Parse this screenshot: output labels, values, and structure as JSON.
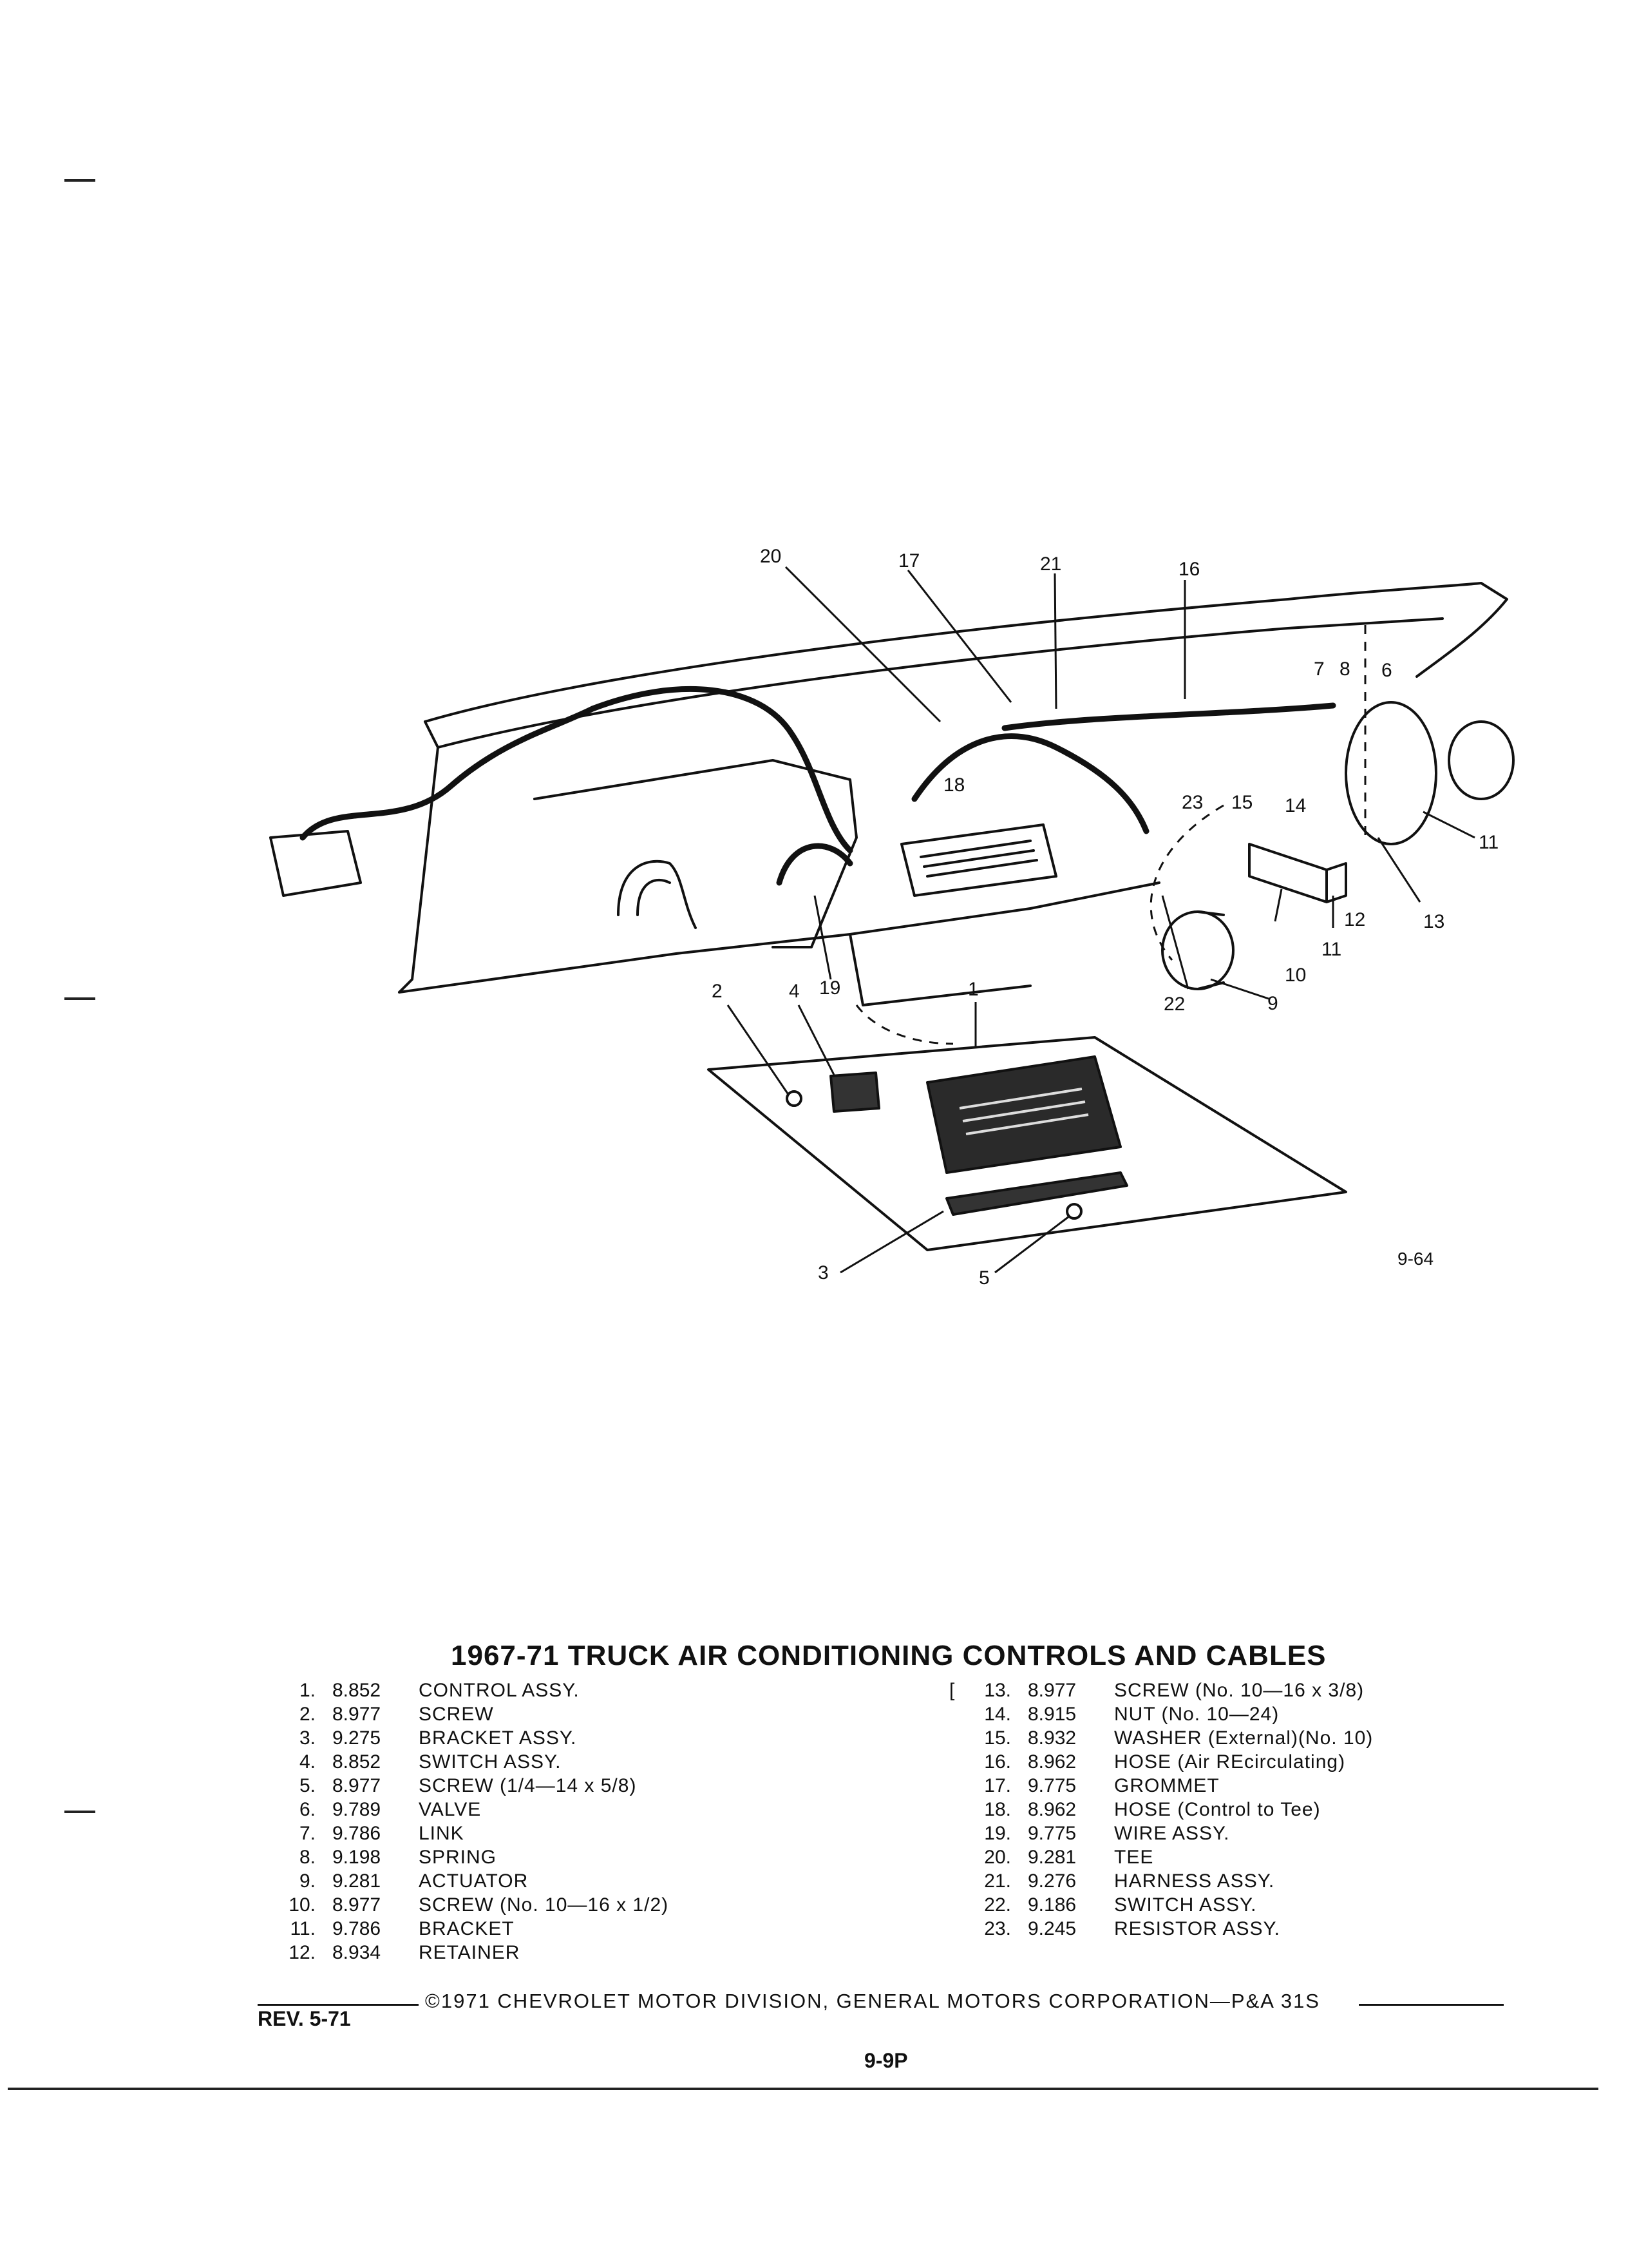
{
  "diagram": {
    "figure_code": "9-64",
    "callouts": [
      "20",
      "17",
      "21",
      "16",
      "7",
      "8",
      "6",
      "18",
      "23",
      "15",
      "14",
      "11",
      "12",
      "13",
      "11",
      "10",
      "9",
      "22",
      "19",
      "1",
      "2",
      "4",
      "3",
      "5"
    ]
  },
  "title": "1967-71 TRUCK AIR CONDITIONING CONTROLS AND CABLES",
  "parts_left": [
    {
      "no": "1.",
      "ref": "8.852",
      "desc": "CONTROL ASSY."
    },
    {
      "no": "2.",
      "ref": "8.977",
      "desc": "SCREW"
    },
    {
      "no": "3.",
      "ref": "9.275",
      "desc": "BRACKET ASSY."
    },
    {
      "no": "4.",
      "ref": "8.852",
      "desc": "SWITCH ASSY."
    },
    {
      "no": "5.",
      "ref": "8.977",
      "desc": "SCREW (1/4—14 x 5/8)"
    },
    {
      "no": "6.",
      "ref": "9.789",
      "desc": "VALVE"
    },
    {
      "no": "7.",
      "ref": "9.786",
      "desc": "LINK"
    },
    {
      "no": "8.",
      "ref": "9.198",
      "desc": "SPRING"
    },
    {
      "no": "9.",
      "ref": "9.281",
      "desc": "ACTUATOR"
    },
    {
      "no": "10.",
      "ref": "8.977",
      "desc": "SCREW (No. 10—16 x 1/2)"
    },
    {
      "no": "11.",
      "ref": "9.786",
      "desc": "BRACKET"
    },
    {
      "no": "12.",
      "ref": "8.934",
      "desc": "RETAINER"
    }
  ],
  "parts_right": [
    {
      "bracket": "[",
      "no": "13.",
      "ref": "8.977",
      "desc": "SCREW (No. 10—16 x 3/8)"
    },
    {
      "bracket": "",
      "no": "14.",
      "ref": "8.915",
      "desc": "NUT (No. 10—24)"
    },
    {
      "bracket": "",
      "no": "15.",
      "ref": "8.932",
      "desc": "WASHER (External)(No. 10)"
    },
    {
      "bracket": "",
      "no": "16.",
      "ref": "8.962",
      "desc": "HOSE (Air REcirculating)"
    },
    {
      "bracket": "",
      "no": "17.",
      "ref": "9.775",
      "desc": "GROMMET"
    },
    {
      "bracket": "",
      "no": "18.",
      "ref": "8.962",
      "desc": "HOSE (Control to Tee)"
    },
    {
      "bracket": "",
      "no": "19.",
      "ref": "9.775",
      "desc": "WIRE ASSY."
    },
    {
      "bracket": "",
      "no": "20.",
      "ref": "9.281",
      "desc": "TEE"
    },
    {
      "bracket": "",
      "no": "21.",
      "ref": "9.276",
      "desc": "HARNESS ASSY."
    },
    {
      "bracket": "",
      "no": "22.",
      "ref": "9.186",
      "desc": "SWITCH ASSY."
    },
    {
      "bracket": "",
      "no": "23.",
      "ref": "9.245",
      "desc": "RESISTOR ASSY."
    }
  ],
  "footer": {
    "copyright": "©1971 CHEVROLET MOTOR DIVISION, GENERAL MOTORS CORPORATION—P&A 31S",
    "revision": "REV. 5-71",
    "page": "9-9P"
  }
}
